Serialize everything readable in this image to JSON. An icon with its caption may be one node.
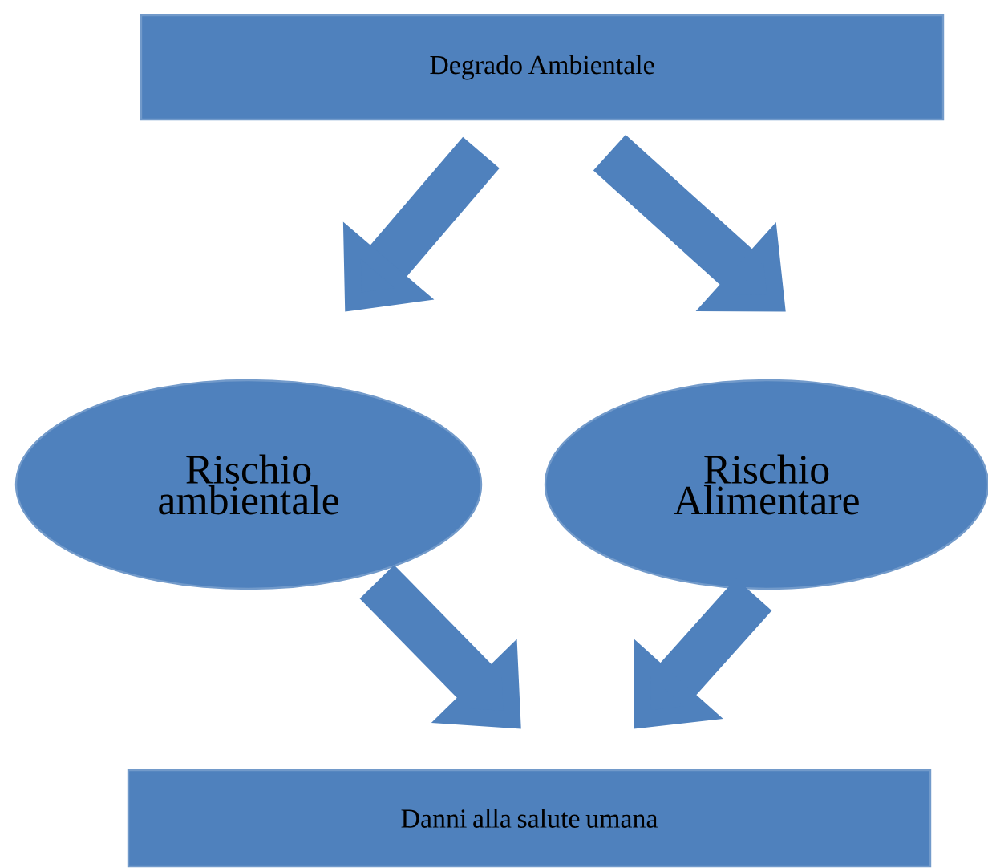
{
  "diagram": {
    "nodes": [
      {
        "text": [
          "Degrado Ambientale"
        ]
      },
      {
        "text": [
          "Rischio ambientale"
        ]
      },
      {
        "text": [
          "Rischio Alimentare"
        ]
      },
      {
        "text": [
          "Danni alla salute umana"
        ]
      }
    ],
    "edges": [
      {
        "from": 0,
        "to": 1,
        "arrow": "to"
      },
      {
        "from": 0,
        "to": 2,
        "arrow": "to"
      },
      {
        "from": 1,
        "to": 3,
        "arrow": "to"
      },
      {
        "from": 2,
        "to": 3,
        "arrow": "to"
      }
    ]
  }
}
